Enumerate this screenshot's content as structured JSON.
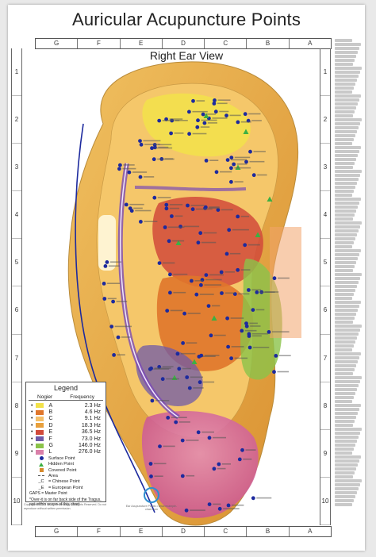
{
  "title": "Auricular Acupuncture Points",
  "subtitle": "Right Ear View",
  "column_labels": [
    "G",
    "F",
    "E",
    "D",
    "C",
    "B",
    "A"
  ],
  "row_labels": [
    "1",
    "2",
    "3",
    "4",
    "5",
    "6",
    "7",
    "8",
    "9",
    "10"
  ],
  "legend": {
    "title": "Legend",
    "col_nogier": "Nogier",
    "col_frequency": "Frequency",
    "entries": [
      {
        "code": "A",
        "freq": "2.3 Hz",
        "color": "#f2e24a"
      },
      {
        "code": "B",
        "freq": "4.6 Hz",
        "color": "#e0762b"
      },
      {
        "code": "C",
        "freq": "9.1 Hz",
        "color": "#f5c06a"
      },
      {
        "code": "D",
        "freq": "18.3 Hz",
        "color": "#e8a03c"
      },
      {
        "code": "E",
        "freq": "36.5 Hz",
        "color": "#d14a3a"
      },
      {
        "code": "F",
        "freq": "73.0 Hz",
        "color": "#6f5aa8"
      },
      {
        "code": "G",
        "freq": "146.0 Hz",
        "color": "#8bc34a"
      },
      {
        "code": "L",
        "freq": "276.0 Hz",
        "color": "#d97fa9"
      }
    ],
    "key": [
      {
        "mark": "dot",
        "label": "Surface Point"
      },
      {
        "mark": "tri",
        "label": "Hidden Point"
      },
      {
        "mark": "gap",
        "label": "Covered Point"
      },
      {
        "mark": "area",
        "label": "Area"
      },
      {
        "mark": "text",
        "glyph": "_C",
        "label": "= Chinese Point"
      },
      {
        "mark": "text",
        "glyph": "_E",
        "label": "= European Point"
      }
    ],
    "gaps_note": "GAPS = Master Point",
    "lookback_note": "*Over-it is on far back side of the Tragus, not within scope of this chart"
  },
  "footnote": "Copyright © 2013 Whole Technology. All Rights Reserved. Do not reproduce without written permission.",
  "badge_text": "Ear Acupuncture Points • www.example-chart.com",
  "colors": {
    "ear_outline": "#c9a66b",
    "ear_skin": "#f4d6b0",
    "helix": "#e8b04a",
    "meridian": "#1d2a9e",
    "point": "#1d2a9e",
    "hidden": "#3cb043",
    "gap": "#d7892b"
  }
}
